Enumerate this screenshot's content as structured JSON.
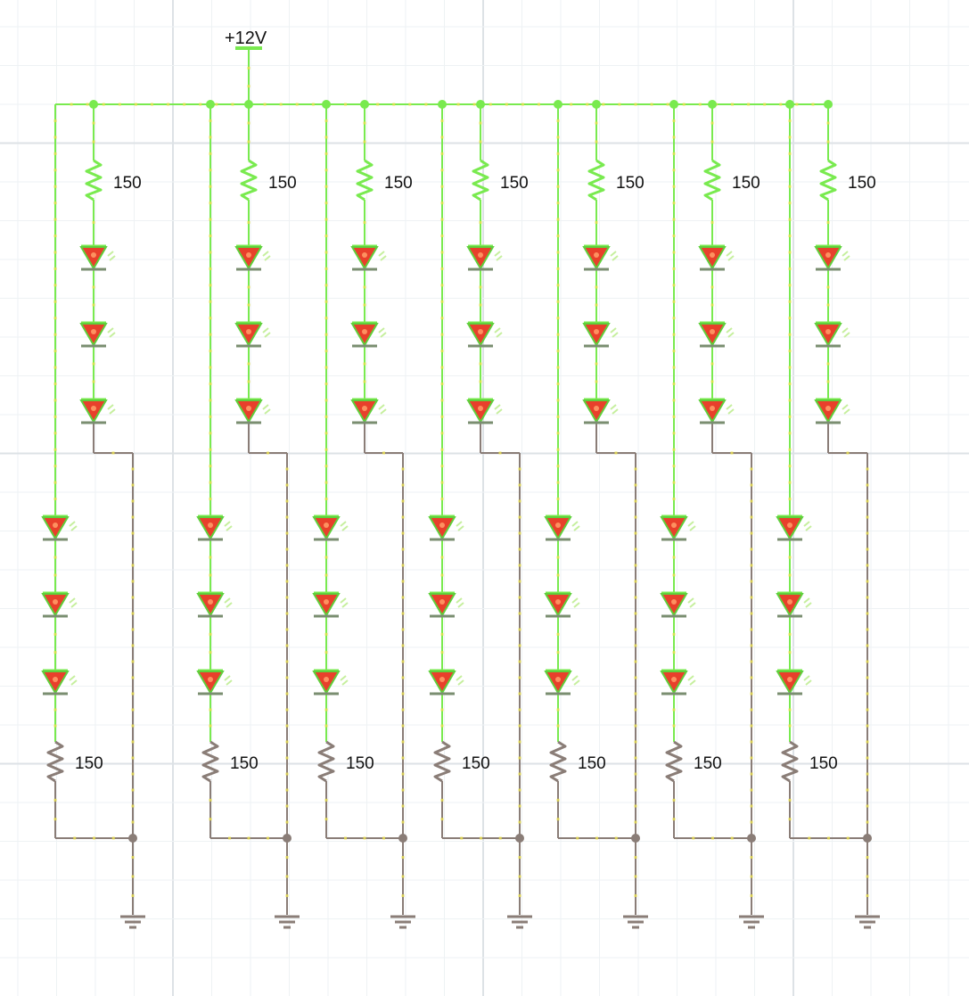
{
  "supply": {
    "label": "+12V"
  },
  "resistor_value": "150",
  "colors": {
    "live_wire": "#79ea4f",
    "dead_wire": "#8a7d77",
    "current_dot": "#e8e04d",
    "led_fill": "#e8402b",
    "grid_minor": "#eef2f4",
    "grid_major": "#dde2e6",
    "ground": "#8a7d77"
  },
  "circuit": {
    "upper_rows": 7,
    "lower_rows": 7,
    "leds_per_string": 3,
    "ground_symbols": 7
  }
}
